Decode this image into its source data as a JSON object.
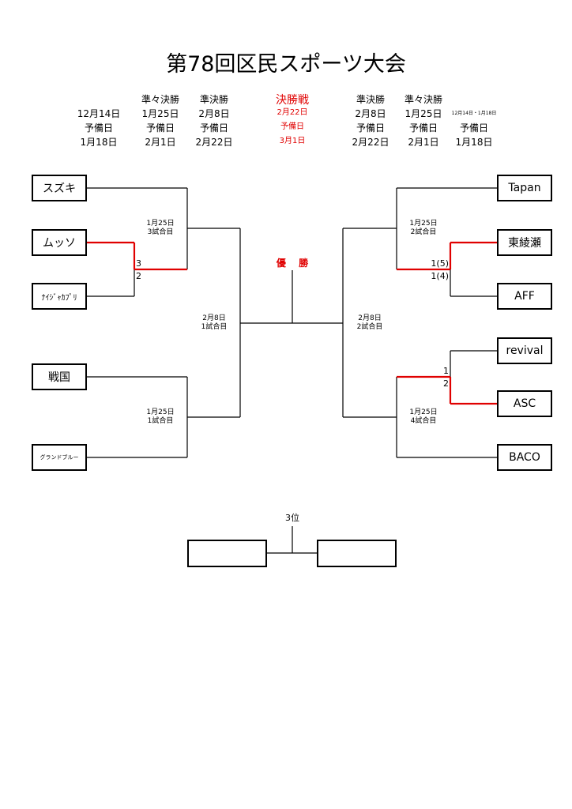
{
  "title": "第78回区民スポーツ大会",
  "schedule": {
    "left": [
      {
        "round": "",
        "date": "12月14日",
        "reserve_label": "予備日",
        "reserve_date": "1月18日"
      },
      {
        "round": "準々決勝",
        "date": "1月25日",
        "reserve_label": "予備日",
        "reserve_date": "2月1日"
      },
      {
        "round": "準決勝",
        "date": "2月8日",
        "reserve_label": "予備日",
        "reserve_date": "2月22日"
      }
    ],
    "final": {
      "round": "決勝戦",
      "date": "2月22日",
      "reserve_label": "予備日",
      "reserve_date": "3月1日"
    },
    "right": [
      {
        "round": "準決勝",
        "date": "2月8日",
        "reserve_label": "予備日",
        "reserve_date": "2月22日"
      },
      {
        "round": "準々決勝",
        "date": "1月25日",
        "reserve_label": "予備日",
        "reserve_date": "2月1日"
      },
      {
        "round": "",
        "date": "12月14日・1月18日",
        "reserve_label": "予備日",
        "reserve_date": "1月18日"
      }
    ]
  },
  "teams": {
    "left": [
      "スズキ",
      "ムッソ",
      "ﾅｲｼﾞｬｶﾌﾟﾘ",
      "戦国",
      "グランドブルー"
    ],
    "right": [
      "Tapan",
      "東綾瀬",
      "AFF",
      "revival",
      "ASC",
      "BACO"
    ]
  },
  "matches": {
    "left_qf_top": {
      "date": "1月25日",
      "game": "3試合目"
    },
    "left_qf_bottom": {
      "date": "1月25日",
      "game": "1試合目"
    },
    "left_sf": {
      "date": "2月8日",
      "game": "1試合目"
    },
    "right_qf_top": {
      "date": "1月25日",
      "game": "2試合目"
    },
    "right_qf_bottom": {
      "date": "1月25日",
      "game": "4試合目"
    },
    "right_sf": {
      "date": "2月8日",
      "game": "2試合目"
    }
  },
  "scores": {
    "mussu": "3",
    "naija": "2",
    "higashiayase": "1(5)",
    "aff": "1(4)",
    "revival": "1",
    "asc": "2"
  },
  "winner_label": "優 勝",
  "third_place_label": "3位",
  "colors": {
    "winner_line": "#e00000",
    "line": "#000000"
  }
}
